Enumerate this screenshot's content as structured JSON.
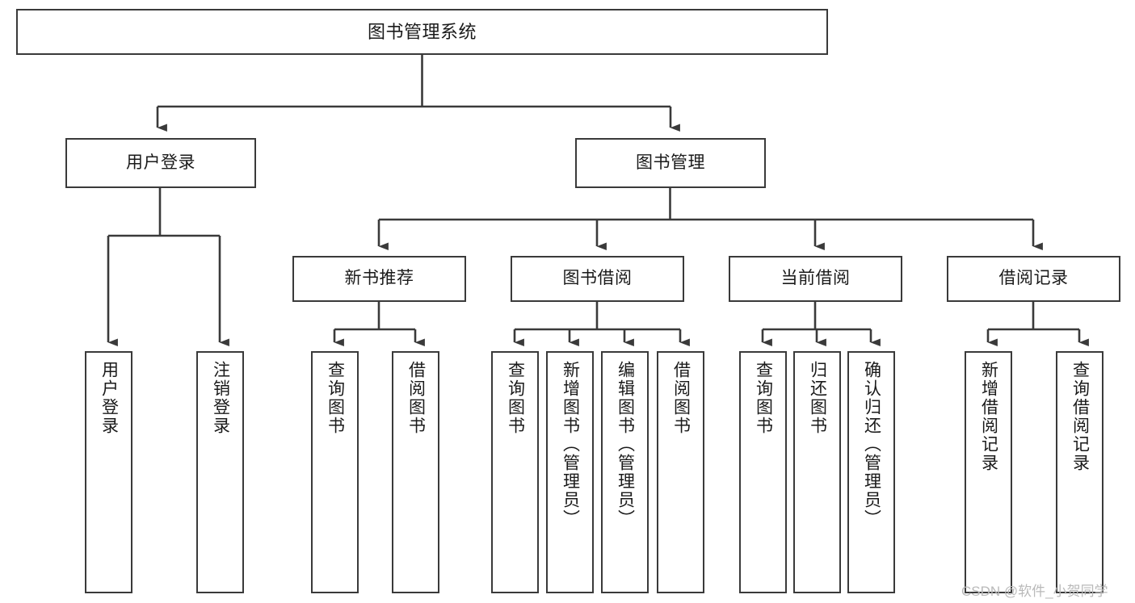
{
  "diagram": {
    "title": "图书管理系统",
    "type": "hierarchy-tree",
    "watermark": "CSDN @软件_小贺同学",
    "colors": {
      "box_border": "#3a3a3a",
      "box_fill": "#ffffff",
      "connector": "#3a3a3a",
      "text": "#1a1a1a",
      "watermark": "#b9b9b9",
      "background": "#ffffff"
    },
    "nodes": {
      "root": {
        "label": "图书管理系统",
        "level": 1,
        "orientation": "horizontal"
      },
      "l2": [
        {
          "id": "user-login",
          "label": "用户登录",
          "orientation": "horizontal"
        },
        {
          "id": "book-manage",
          "label": "图书管理",
          "orientation": "horizontal"
        }
      ],
      "l3": [
        {
          "id": "new-book-recommend",
          "label": "新书推荐",
          "orientation": "horizontal"
        },
        {
          "id": "book-borrow",
          "label": "图书借阅",
          "orientation": "horizontal"
        },
        {
          "id": "current-borrow",
          "label": "当前借阅",
          "orientation": "horizontal"
        },
        {
          "id": "borrow-record",
          "label": "借阅记录",
          "orientation": "horizontal"
        }
      ],
      "leaves": [
        {
          "id": "leaf-user-login",
          "label": "用户登录",
          "parent": "user-login",
          "orientation": "vertical"
        },
        {
          "id": "leaf-logout-login",
          "label": "注销登录",
          "parent": "user-login",
          "orientation": "vertical"
        },
        {
          "id": "leaf-query-book-1",
          "label": "查询图书",
          "parent": "new-book-recommend",
          "orientation": "vertical"
        },
        {
          "id": "leaf-borrow-book-1",
          "label": "借阅图书",
          "parent": "new-book-recommend",
          "orientation": "vertical"
        },
        {
          "id": "leaf-query-book-2",
          "label": "查询图书",
          "parent": "book-borrow",
          "orientation": "vertical"
        },
        {
          "id": "leaf-add-book",
          "label": "新增图书（管理员）",
          "parent": "book-borrow",
          "orientation": "vertical"
        },
        {
          "id": "leaf-edit-book",
          "label": "编辑图书（管理员）",
          "parent": "book-borrow",
          "orientation": "vertical"
        },
        {
          "id": "leaf-borrow-book-2",
          "label": "借阅图书",
          "parent": "book-borrow",
          "orientation": "vertical"
        },
        {
          "id": "leaf-query-book-3",
          "label": "查询图书",
          "parent": "current-borrow",
          "orientation": "vertical"
        },
        {
          "id": "leaf-return-book",
          "label": "归还图书",
          "parent": "current-borrow",
          "orientation": "vertical"
        },
        {
          "id": "leaf-confirm-return",
          "label": "确认归还（管理员）",
          "parent": "current-borrow",
          "orientation": "vertical"
        },
        {
          "id": "leaf-add-record",
          "label": "新增借阅记录",
          "parent": "borrow-record",
          "orientation": "vertical"
        },
        {
          "id": "leaf-query-record",
          "label": "查询借阅记录",
          "parent": "borrow-record",
          "orientation": "vertical"
        }
      ]
    }
  }
}
